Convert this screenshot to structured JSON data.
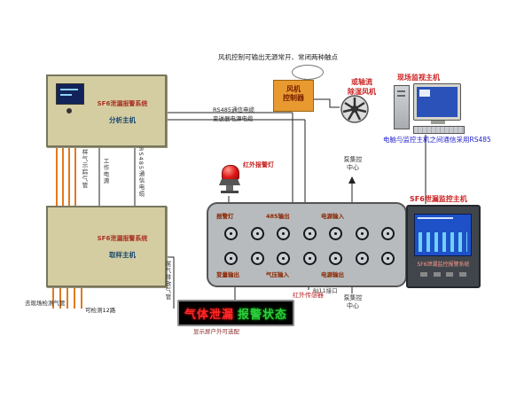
{
  "colors": {
    "box_beige": "#d5cda2",
    "controller_orange": "#e89a30",
    "panel_gray": "#b7bbbd",
    "wire_orange": "#e07a1e",
    "alarm_red": "#cc2222",
    "note_blue": "#2222cc",
    "led_red": "#ff2a2a",
    "led_green": "#2ecc40",
    "screen_blue": "#1e50c8"
  },
  "fan_note": "风机控制可输出无源常开、常闭两种触点",
  "fan_controller": {
    "line1": "风机",
    "line2": "控制器"
  },
  "axial_fan": {
    "line1": "或轴流",
    "line2": "除湿风机"
  },
  "site_monitor": {
    "label": "现场监视主机"
  },
  "rs485_note": "电脑与监控主机之间通信采用RS485",
  "cables": {
    "rs485": "RS485通信电缆",
    "transmitter_power": "变送器电源电缆"
  },
  "left_wires": {
    "sample_gas": "样气示踪气管",
    "work_power": "工作电源",
    "rs485": "RS485通信电缆"
  },
  "analysis_host": {
    "line1": "SF6泄漏报警系统",
    "line2": "分析主机"
  },
  "sampling_host": {
    "line1": "SF6泄漏报警系统",
    "line2": "取样主机"
  },
  "pipes": {
    "to_field": "去现场检测气管",
    "channels": "可检测12路",
    "exhaust": "尾气排放气管"
  },
  "alarm_light": {
    "label": "红外报警灯"
  },
  "panel": {
    "labels_top": [
      "报警灯",
      "485输出",
      "电源输入"
    ],
    "labels_bottom": [
      "变量输出",
      "气压输入",
      "电源输出"
    ],
    "terminals_per_row": 7
  },
  "pump_center_top": {
    "line1": "泵集控",
    "line2": "中心"
  },
  "pump_center_bottom": {
    "line1": "泵集控",
    "line2": "中心"
  },
  "rj11": "RJ11接口",
  "ir_sensor": "红外传感器",
  "monitor_host": {
    "title": "SF6泄漏监控主机",
    "screen_caption": "SF6泄漏监控报警系统"
  },
  "led": {
    "red_text": "气体泄漏",
    "green_text": "报警状态",
    "caption": "显示屏户外可选配"
  }
}
